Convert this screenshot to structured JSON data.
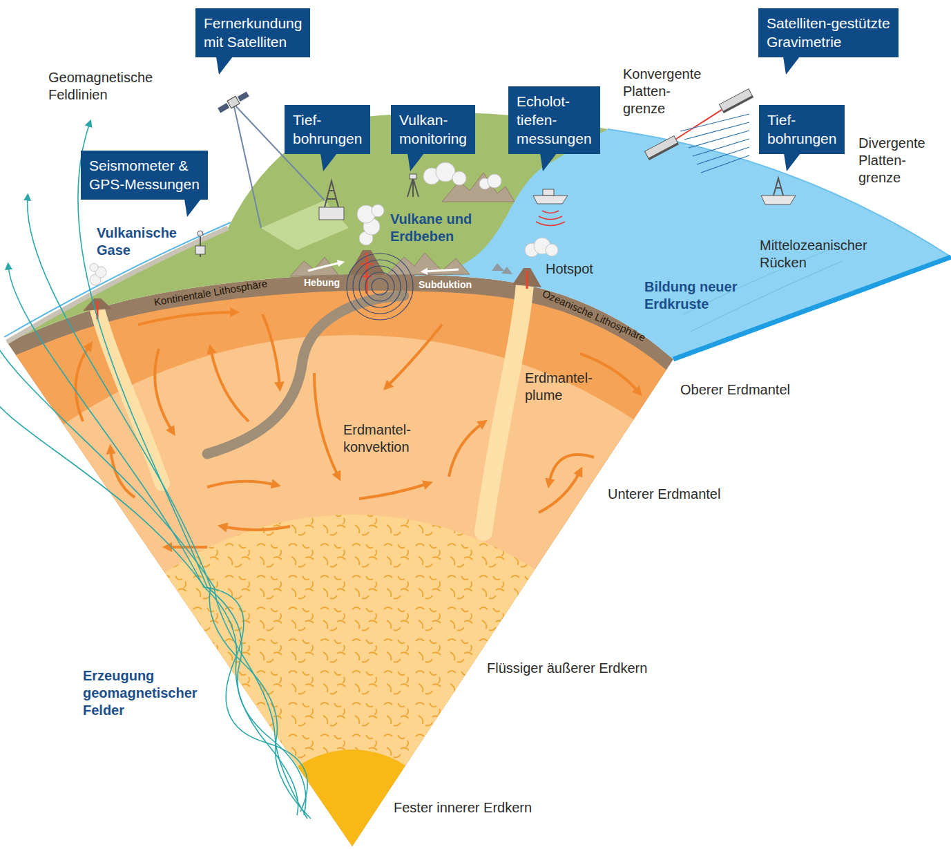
{
  "diagram": {
    "nodes": [
      {
        "text": [
          "Fernerkundung mit Satelliten"
        ]
      },
      {
        "text": [
          "Satelliten-gestützte Gravimetrie"
        ]
      },
      {
        "text": [
          "Tief- bohrungen"
        ]
      },
      {
        "text": [
          "Vulkan- monitoring"
        ]
      },
      {
        "text": [
          "Echolot- tiefen- messungen"
        ]
      },
      {
        "text": [
          "Tief- bohrungen"
        ]
      },
      {
        "text": [
          "Seismometer & GPS-Messungen"
        ]
      }
    ],
    "labels": [
      "Geomagnetische Feldlinien",
      "Konvergente Platten- grenze",
      "Divergente Platten- grenze",
      "Vulkanische Gase",
      "Vulkane und Erdbeben",
      "Mittelozeanischer Rücken",
      "Hotspot",
      "Hebung",
      "Subduktion",
      "Kontinentale Lithosphäre",
      "Bildung neuer Erdkruste",
      "Ozeanische Lithosphäre",
      "Erdmantel- plume",
      "Oberer Erdmantel",
      "Erdmantel- konvektion",
      "Unterer Erdmantel",
      "Flüssiger äußerer Erdkern",
      "Erzeugung geomagnetischer Felder",
      "Fester innerer Erdkern"
    ]
  }
}
